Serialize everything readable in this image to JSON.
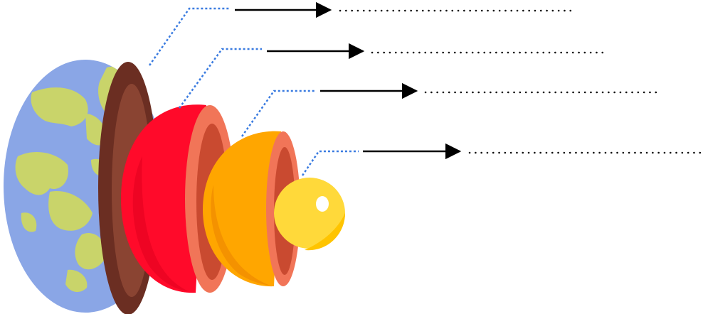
{
  "diagram": {
    "layers": [
      {
        "name": "crust",
        "color": "#6b2e22",
        "inner_color": "#8a4432"
      },
      {
        "name": "mantle",
        "color": "#ff0a2a",
        "inner_color": "#f17558"
      },
      {
        "name": "outer-core",
        "color": "#ffa600",
        "inner_color": "#f17558"
      },
      {
        "name": "inner-core",
        "color": "#ffd93a",
        "inner_color": "#ffc400"
      }
    ],
    "label_blanks": [
      {
        "target": "crust",
        "text": ""
      },
      {
        "target": "mantle",
        "text": ""
      },
      {
        "target": "outer-core",
        "text": ""
      },
      {
        "target": "inner-core",
        "text": ""
      }
    ],
    "colors": {
      "ocean": "#8aa6e6",
      "land": "#c9d46a",
      "leader_line": "#3a7be0",
      "arrow": "#000000"
    }
  }
}
